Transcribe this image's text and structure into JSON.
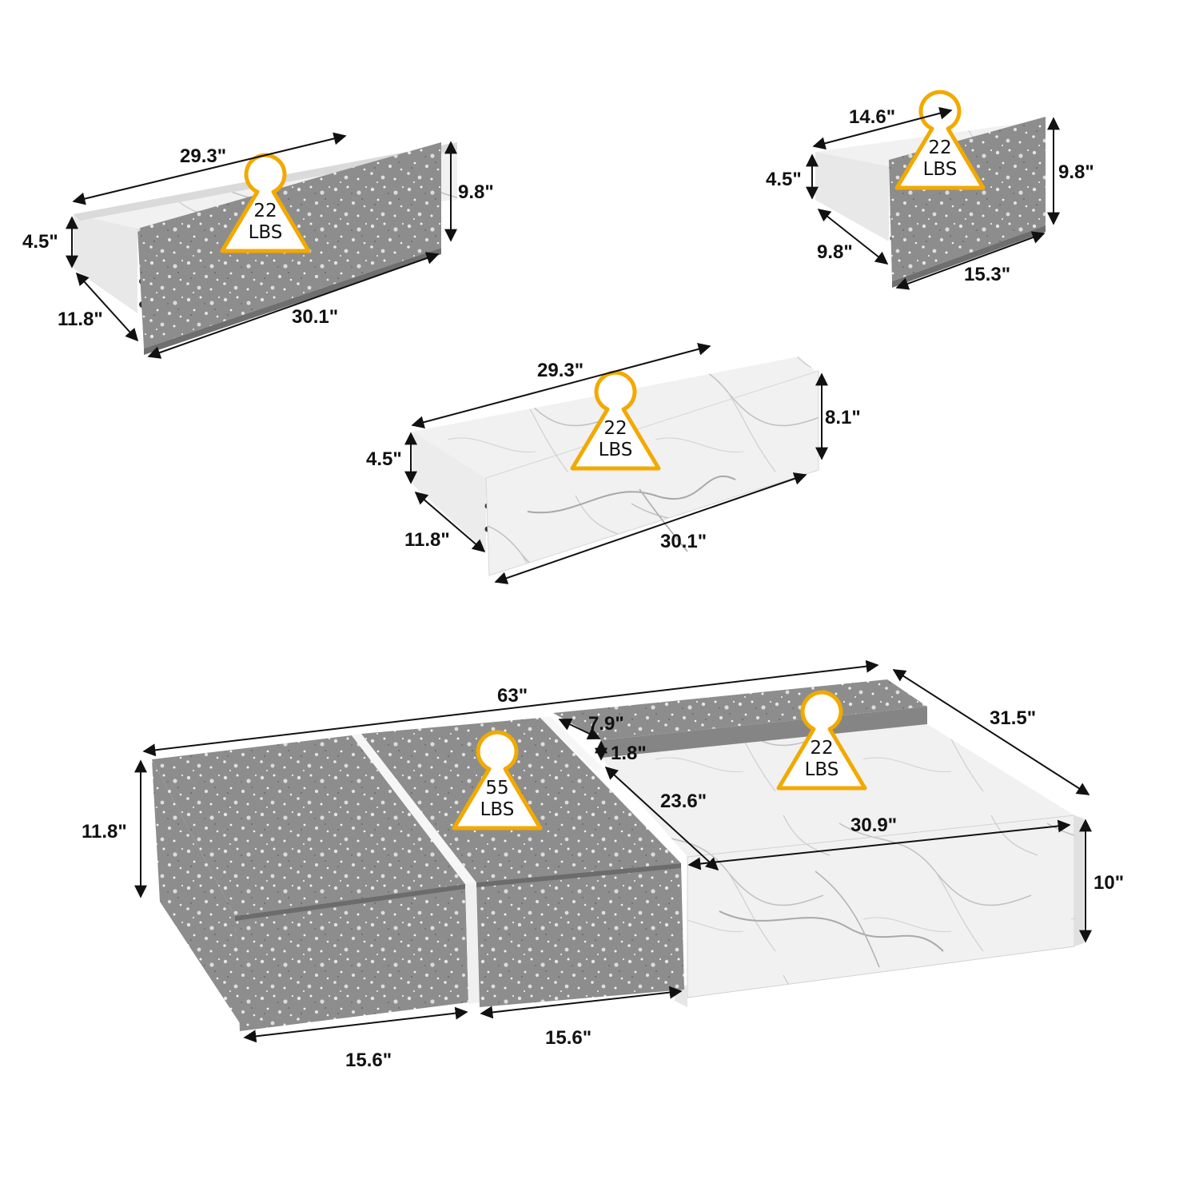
{
  "colors": {
    "terrazzo": "#8d8d8d",
    "terrazzo_dark": "#7a7a7a",
    "terrazzo_speck": "#e6e6e6",
    "marble": "#f1f1f1",
    "marble_shade": "#e1e1e1",
    "marble_vein": "#b5b5b5",
    "badge_outline": "#f2a900",
    "dimension_line": "#111111"
  },
  "drawer_top_left": {
    "dimensions": {
      "depth_top": "29.3\"",
      "height": "9.8\"",
      "side_height": "4.5\"",
      "side_depth": "11.8\"",
      "front_length": "30.1\""
    },
    "badge": {
      "value": "22",
      "unit": "LBS"
    }
  },
  "drawer_top_right": {
    "dimensions": {
      "depth_top": "14.6\"",
      "height": "9.8\"",
      "side_height": "4.5\"",
      "side_depth": "9.8\"",
      "front_length": "15.3\""
    },
    "badge": {
      "value": "22",
      "unit": "LBS"
    }
  },
  "drawer_middle": {
    "dimensions": {
      "depth_top": "29.3\"",
      "height": "8.1\"",
      "side_height": "4.5\"",
      "side_depth": "11.8\"",
      "front_length": "30.1\""
    },
    "badge": {
      "value": "22",
      "unit": "LBS"
    }
  },
  "table": {
    "dimensions": {
      "total_length": "63\"",
      "total_depth": "31.5\"",
      "height": "11.8\"",
      "shelf_depth": "7.9\"",
      "shelf_height": "1.8\"",
      "tray_depth": "23.6\"",
      "tray_length": "30.9\"",
      "tray_height": "10\"",
      "block_width_left": "15.6\"",
      "block_width_right": "15.6\""
    },
    "badge_terrazzo": {
      "value": "55",
      "unit": "LBS"
    },
    "badge_marble": {
      "value": "22",
      "unit": "LBS"
    }
  }
}
